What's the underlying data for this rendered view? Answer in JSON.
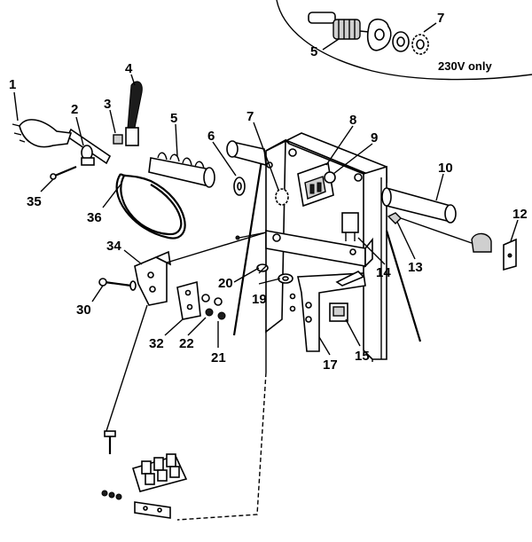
{
  "diagram": {
    "inset_note": "230V only",
    "part_labels": {
      "p1": "1",
      "p2": "2",
      "p3": "3",
      "p4": "4",
      "p5": "5",
      "p6": "6",
      "p7": "7",
      "p8": "8",
      "p9": "9",
      "p10": "10",
      "p12": "12",
      "p13": "13",
      "p14": "14",
      "p15": "15",
      "p17": "17",
      "p19": "19",
      "p20": "20",
      "p21": "21",
      "p22": "22",
      "p30": "30",
      "p32": "32",
      "p34": "34",
      "p35": "35",
      "p36": "36",
      "inset5": "5",
      "inset7": "7"
    }
  }
}
